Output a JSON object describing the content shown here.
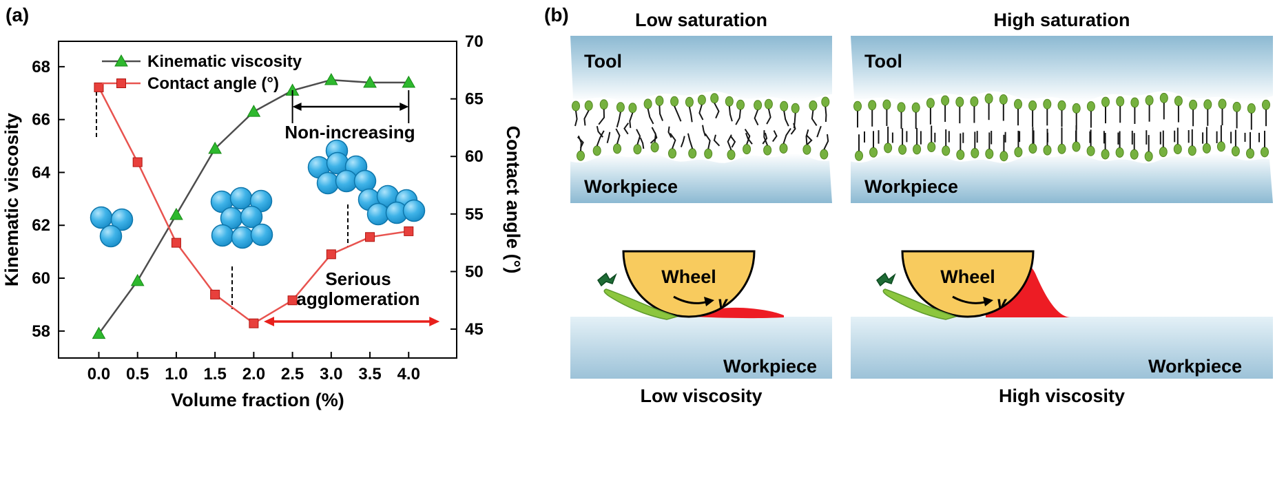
{
  "figure": {
    "panel_a_label": "(a)",
    "panel_b_label": "(b)"
  },
  "chart_data": {
    "type": "line",
    "x": [
      0.0,
      0.5,
      1.0,
      1.5,
      2.0,
      2.5,
      3.0,
      3.5,
      4.0
    ],
    "x_tick_labels": [
      "0.0",
      "0.5",
      "1.0",
      "1.5",
      "2.0",
      "2.5",
      "3.0",
      "3.5",
      "4.0"
    ],
    "xlabel": "Volume fraction (%)",
    "xlim": [
      -0.52,
      4.62
    ],
    "grid": false,
    "legend_position": "top-left-inside",
    "left_axis": {
      "label": "Kinematic viscosity",
      "ticks": [
        58,
        60,
        62,
        64,
        66,
        68
      ],
      "lim": [
        56.98,
        68.96
      ]
    },
    "right_axis": {
      "label": "Contact angle (°)",
      "ticks": [
        45,
        50,
        55,
        60,
        65,
        70
      ],
      "lim": [
        42.49,
        70.0
      ]
    },
    "series": [
      {
        "name": "Kinematic viscosity",
        "axis": "left",
        "line_color": "#4d4d4d",
        "marker": "triangle",
        "marker_color": "#2eb82e",
        "values": [
          57.9,
          59.9,
          62.4,
          64.9,
          66.3,
          67.1,
          67.5,
          67.4,
          67.4
        ]
      },
      {
        "name": "Contact angle (°)",
        "axis": "right",
        "line_color": "#e8534f",
        "marker": "square",
        "marker_color": "#e8403c",
        "values": [
          66.0,
          59.5,
          52.5,
          48.0,
          45.5,
          47.5,
          51.5,
          53.0,
          53.5
        ]
      }
    ],
    "annotations": {
      "non_increasing": {
        "text": "Non-increasing",
        "color": "#000000",
        "x_range": [
          2.5,
          4.0
        ]
      },
      "serious_agglomeration": {
        "text_line1": "Serious",
        "text_line2": "agglomeration",
        "color": "#e8201c",
        "x_range": [
          2.13,
          4.4
        ]
      }
    }
  },
  "panel_b": {
    "saturation_low": {
      "title": "Low saturation",
      "tool_label": "Tool",
      "workpiece_label": "Workpiece"
    },
    "saturation_high": {
      "title": "High saturation",
      "tool_label": "Tool",
      "workpiece_label": "Workpiece"
    },
    "grinding_low": {
      "wheel_label": "Wheel",
      "velocity_label": "v",
      "workpiece_label": "Workpiece",
      "caption": "Low viscosity"
    },
    "grinding_high": {
      "wheel_label": "Wheel",
      "velocity_label": "v",
      "workpiece_label": "Workpiece",
      "caption": "High viscosity"
    }
  }
}
